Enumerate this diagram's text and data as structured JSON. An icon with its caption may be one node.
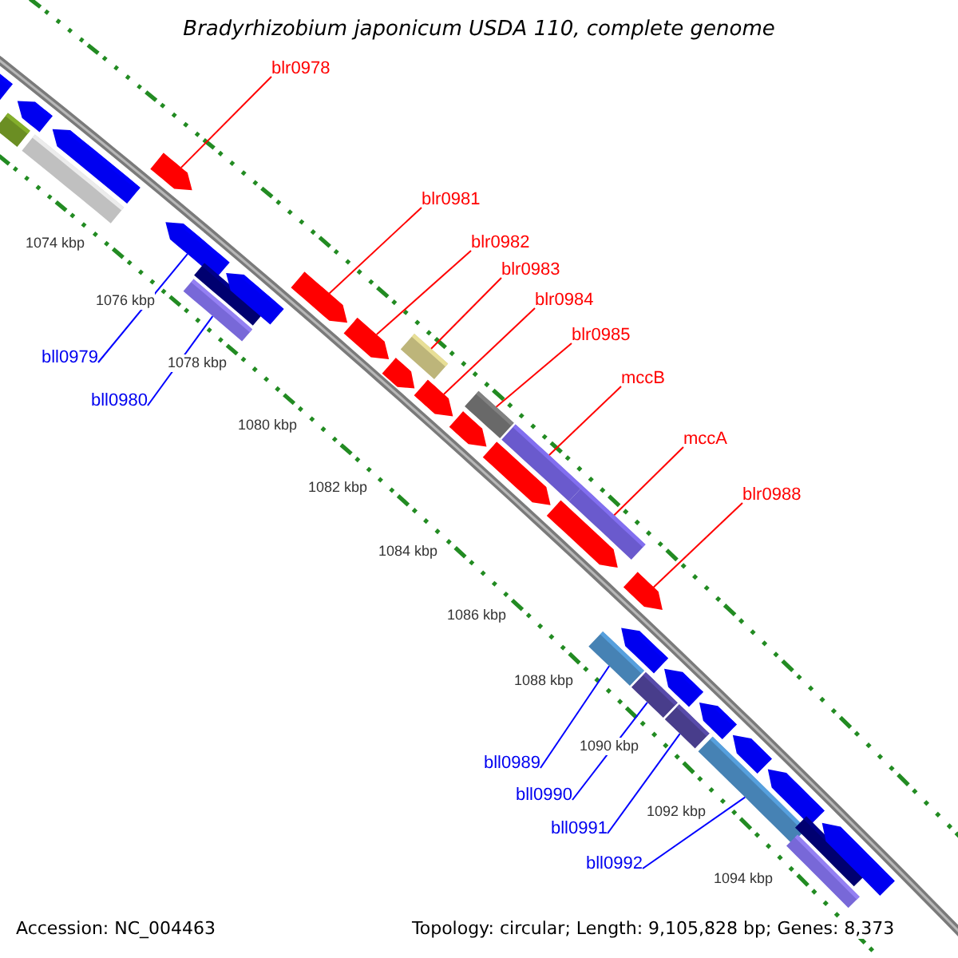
{
  "diagram": {
    "title": "Bradyrhizobium japonicum USDA 110, complete genome",
    "nodes": [
      {
        "text": [
          "blr0978"
        ]
      },
      {
        "text": [
          "blr0981"
        ]
      },
      {
        "text": [
          "blr0982"
        ]
      },
      {
        "text": [
          "blr0983"
        ]
      },
      {
        "text": [
          "blr0984"
        ]
      },
      {
        "text": [
          "blr0985"
        ]
      },
      {
        "text": [
          "bll0979"
        ]
      },
      {
        "text": [
          "mccB"
        ]
      },
      {
        "text": [
          "bll0980"
        ]
      },
      {
        "text": [
          "mccA"
        ]
      },
      {
        "text": [
          "blr0988"
        ]
      },
      {
        "text": [
          "bll0989"
        ]
      },
      {
        "text": [
          "bll0990"
        ]
      },
      {
        "text": [
          "bll0991"
        ]
      },
      {
        "text": [
          "bll0992"
        ]
      },
      {
        "text": [],
        "shape": "bar"
      },
      {
        "text": [],
        "shape": "bar"
      },
      {
        "text": [],
        "shape": "bar"
      },
      {
        "text": [],
        "shape": "bar"
      },
      {
        "text": [],
        "shape": "bar"
      },
      {
        "text": [],
        "shape": "bar"
      },
      {
        "text": [],
        "shape": "bar"
      },
      {
        "text": [],
        "shape": "bar"
      },
      {
        "text": [],
        "shape": "bar"
      },
      {
        "text": [],
        "shape": "bar"
      },
      {
        "text": [],
        "shape": "bar"
      },
      {
        "text": [],
        "shape": "bar"
      },
      {
        "text": [],
        "shape": "bar"
      },
      {
        "text": [],
        "shape": "bar"
      },
      {
        "text": [],
        "shape": "bar"
      },
      {
        "text": [],
        "shape": "bar"
      },
      {
        "text": [],
        "shape": "bar"
      },
      {
        "text": [],
        "shape": "bar"
      },
      {
        "text": [],
        "shape": "bar"
      },
      {
        "text": [],
        "shape": "bar"
      },
      {
        "text": [],
        "shape": "bar"
      },
      {
        "text": [],
        "shape": "bar"
      },
      {
        "text": [],
        "shape": "bar"
      },
      {
        "text": [],
        "shape": "bar"
      },
      {
        "text": [],
        "shape": "bar"
      },
      {
        "text": [],
        "shape": "bar"
      },
      {
        "text": [],
        "shape": "bar"
      },
      {
        "text": [],
        "shape": "bar"
      },
      {
        "text": [],
        "shape": "bar"
      },
      {
        "text": [],
        "shape": "bar"
      },
      {
        "text": [],
        "shape": "bar"
      },
      {
        "text": [],
        "shape": "bar"
      },
      {
        "text": [],
        "shape": "bar"
      },
      {
        "text": [],
        "shape": "bar"
      }
    ],
    "edges": [
      {
        "from": 0,
        "to": 20,
        "arrow": "none"
      },
      {
        "from": 1,
        "to": 25,
        "arrow": "none"
      },
      {
        "from": 2,
        "to": 26,
        "arrow": "none"
      },
      {
        "from": 3,
        "to": 28,
        "arrow": "none"
      },
      {
        "from": 4,
        "to": 29,
        "arrow": "none"
      },
      {
        "from": 5,
        "to": 31,
        "arrow": "none"
      },
      {
        "from": 6,
        "to": 21,
        "arrow": "none",
        "color": "#0000ff"
      },
      {
        "from": 7,
        "to": 33,
        "arrow": "none"
      },
      {
        "from": 8,
        "to": 22,
        "arrow": "none",
        "color": "#0000ff"
      },
      {
        "from": 9,
        "to": 35,
        "arrow": "none"
      },
      {
        "from": 10,
        "to": 38,
        "arrow": "none"
      },
      {
        "from": 11,
        "to": 36,
        "arrow": "none",
        "color": "#0000ff"
      },
      {
        "from": 12,
        "to": 39,
        "arrow": "none",
        "color": "#0000ff"
      },
      {
        "from": 13,
        "to": 41,
        "arrow": "none",
        "color": "#0000ff"
      },
      {
        "from": 14,
        "to": 43,
        "arrow": "none",
        "color": "#0000ff"
      }
    ],
    "labels": [
      "1074 kbp",
      "1076 kbp",
      "1078 kbp",
      "1080 kbp",
      "1082 kbp",
      "1084 kbp",
      "1086 kbp",
      "1088 kbp",
      "1090 kbp",
      "1092 kbp",
      "1094 kbp",
      "Accession: NC_004463",
      "Topology: circular; Length: 9,105,828 bp; Genes: 8,373"
    ]
  }
}
